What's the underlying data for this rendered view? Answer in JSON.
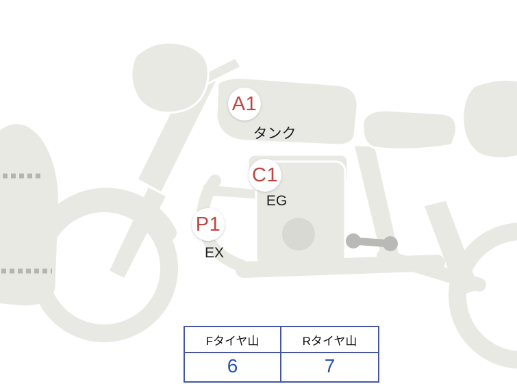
{
  "diagram": {
    "marker_color": "#bf4640",
    "body_color": "#e9e9e4",
    "markers": [
      {
        "code": "A1",
        "label": "タンク"
      },
      {
        "code": "C1",
        "label": "EG"
      },
      {
        "code": "P1",
        "label": "EX"
      }
    ]
  },
  "tire_table": {
    "border_color": "#4456a2",
    "value_color": "#2b52a8",
    "columns": [
      {
        "header": "Fタイヤ山",
        "value": "6"
      },
      {
        "header": "Rタイヤ山",
        "value": "7"
      }
    ]
  }
}
